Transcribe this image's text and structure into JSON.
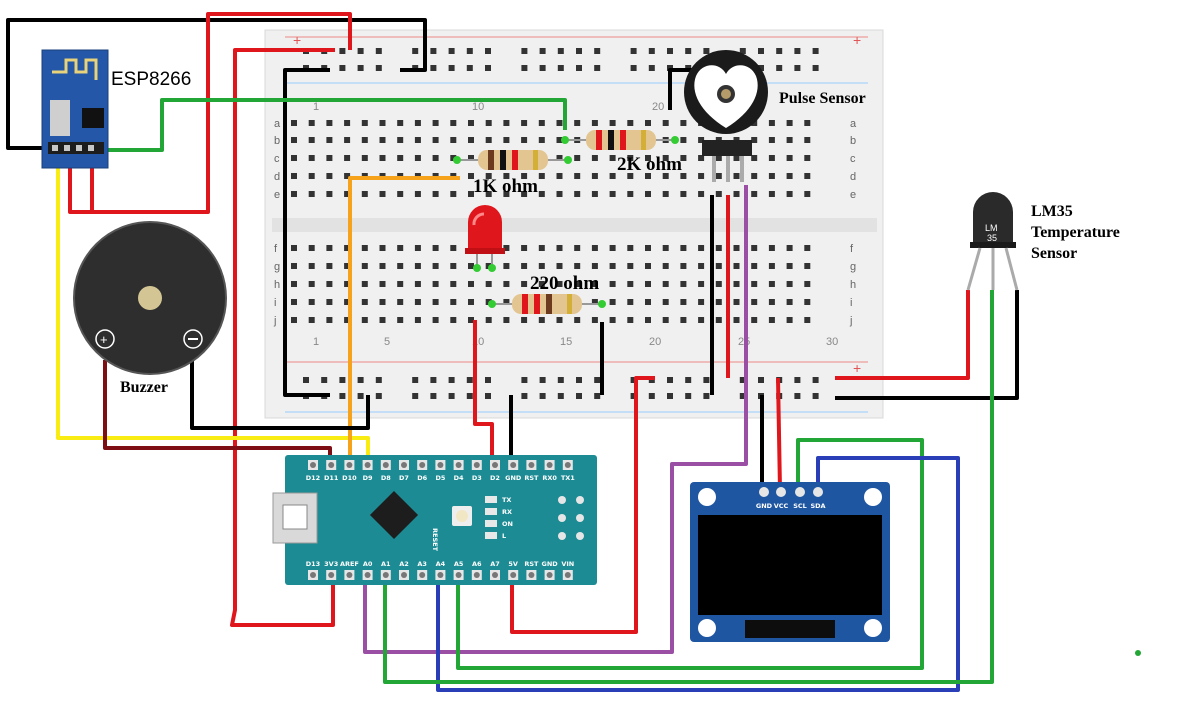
{
  "labels": {
    "esp8266": "ESP8266",
    "pulse_sensor": "Pulse Sensor",
    "lm35_title": "LM35",
    "lm35_sub1": "Temperature",
    "lm35_sub2": "Sensor",
    "lm35_body": "LM",
    "lm35_body2": "35",
    "buzzer": "Buzzer",
    "r_1k": "1K ohm",
    "r_2k": "2K ohm",
    "r_220": "220 ohm"
  },
  "breadboard": {
    "rows_top": [
      "a",
      "b",
      "c",
      "d",
      "e"
    ],
    "rows_bottom": [
      "f",
      "g",
      "h",
      "i",
      "j"
    ],
    "col_numbers_top": [
      "1",
      "10",
      "20"
    ],
    "col_numbers_bottom": [
      "1",
      "5",
      "10",
      "15",
      "20",
      "25",
      "30"
    ],
    "rail_plus": "+",
    "rail_minus": "−"
  },
  "arduino": {
    "top_pins": [
      "D12",
      "D11",
      "D10",
      "D9",
      "D8",
      "D7",
      "D6",
      "D5",
      "D4",
      "D3",
      "D2",
      "GND",
      "RST",
      "RX0",
      "TX1"
    ],
    "bottom_pins": [
      "D13",
      "3V3",
      "AREF",
      "A0",
      "A1",
      "A2",
      "A3",
      "A4",
      "A5",
      "A6",
      "A7",
      "5V",
      "RST",
      "GND",
      "VIN"
    ],
    "leds": [
      "TX",
      "RX",
      "ON",
      "L"
    ],
    "reset_label": "RESET"
  },
  "oled": {
    "pins": [
      "GND",
      "VCC",
      "SCL",
      "SDA"
    ]
  },
  "colors": {
    "red": "#e0161d",
    "black": "#000000",
    "green": "#22a636",
    "yellow": "#f9ec12",
    "orange": "#f7a21b",
    "purple": "#9a4fa5",
    "blue": "#2a3fb7",
    "darkred": "#7d0f14",
    "arduino": "#1c8b94",
    "esp": "#2457a8",
    "oled": "#1e56a2"
  }
}
